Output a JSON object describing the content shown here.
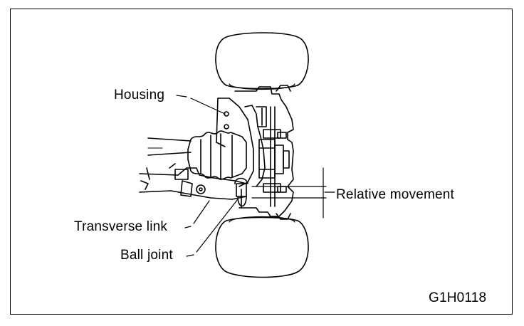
{
  "labels": {
    "housing": "Housing",
    "relative_movement": "Relative movement",
    "transverse_link": "Transverse link",
    "ball_joint": "Ball joint"
  },
  "figure_code": "G1H0118"
}
